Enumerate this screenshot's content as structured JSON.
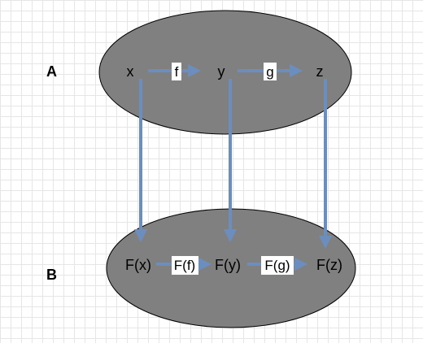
{
  "colors": {
    "ellipse_fill": "#808080",
    "arrow": "#6c8ebf",
    "grid": "#e6e6e6"
  },
  "categories": {
    "top": "A",
    "bottom": "B"
  },
  "objects_a": {
    "x": "x",
    "y": "y",
    "z": "z"
  },
  "morphisms_a": {
    "f": "f",
    "g": "g"
  },
  "objects_b": {
    "fx": "F(x)",
    "fy": "F(y)",
    "fz": "F(z)"
  },
  "morphisms_b": {
    "ff": "F(f)",
    "fg": "F(g)"
  }
}
